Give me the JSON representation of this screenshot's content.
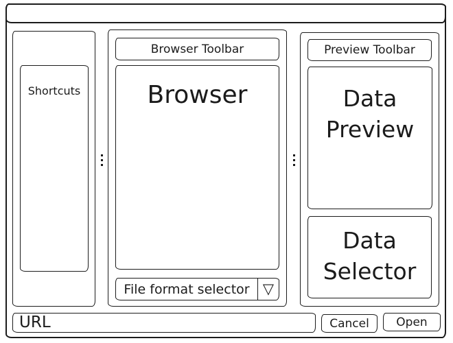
{
  "colors": {
    "line": "#1b1b1b",
    "background": "#ffffff"
  },
  "panels": {
    "shortcuts": {
      "label": "Shortcuts"
    },
    "browser": {
      "toolbar_label": "Browser Toolbar",
      "main_label": "Browser",
      "file_format": {
        "label": "File format selector"
      }
    },
    "preview": {
      "toolbar_label": "Preview Toolbar",
      "data_preview_label": "Data Preview",
      "data_selector_label": "Data Selector"
    }
  },
  "bottom_bar": {
    "url_value": "URL",
    "cancel_label": "Cancel",
    "open_label": "Open"
  },
  "icons": {
    "dropdown": "▽",
    "drag_handle": "vertical-dots"
  }
}
